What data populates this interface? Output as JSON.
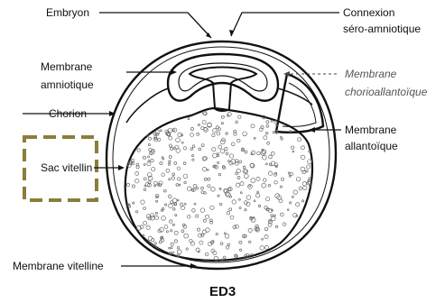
{
  "labels": {
    "embryon": "Embryon",
    "connexion_line1": "Connexion",
    "connexion_line2": "séro-amniotique",
    "membrane_amniotique_line1": "Membrane",
    "membrane_amniotique_line2": "amniotique",
    "membrane_chorioallantoique_line1": "Membrane",
    "membrane_chorioallantoique_line2": "chorioallantoïque",
    "chorion": "Chorion",
    "membrane_allantoique_line1": "Membrane",
    "membrane_allantoique_line2": "allantoïque",
    "sac_vitellin": "Sac vitellin",
    "membrane_vitelline": "Membrane vitelline"
  },
  "caption": "ED3",
  "colors": {
    "highlight_box": "#8b7d3a",
    "stroke": "#111111",
    "yolk_dots": "#6a6a6a"
  }
}
